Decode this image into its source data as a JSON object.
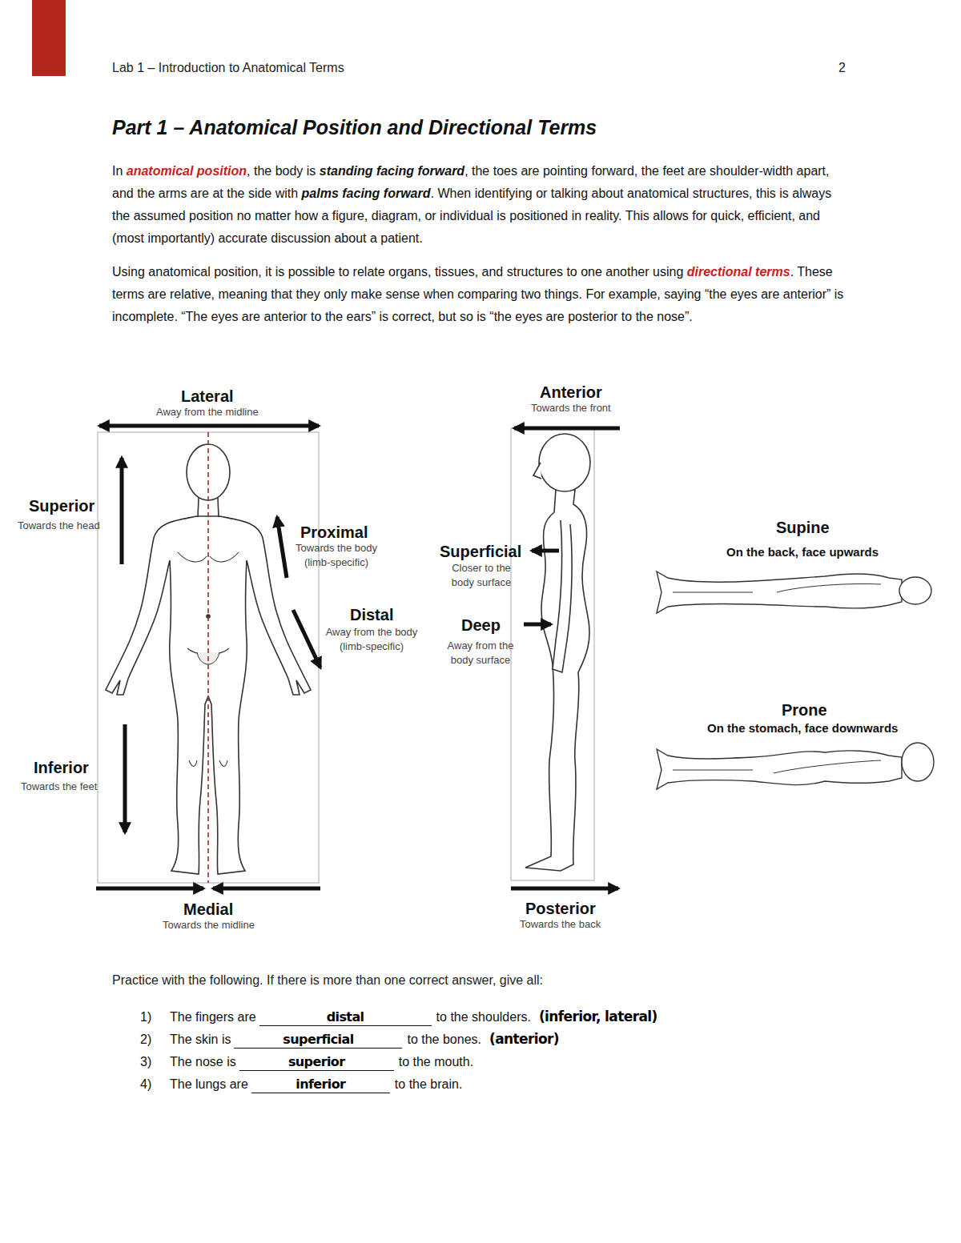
{
  "diagram": {
    "title": "Part 1 – Anatomical Position and Directional Terms",
    "labels": [
      "Lab 1 – Introduction to Anatomical Terms",
      "2",
      "In",
      "anatomical position",
      ", the body is",
      "standing facing forward",
      ", the toes are pointing forward, the feet are shoulder-width apart, and the arms are at the side with",
      "palms facing forward",
      ". When identifying or talking about anatomical structures, this is always the assumed position no matter how a figure, diagram, or individual is positioned in reality. This allows for quick, efficient, and (most importantly) accurate discussion about a patient.",
      "Using anatomical position, it is possible to relate organs, tissues, and structures to one another using",
      "directional terms",
      ". These terms are relative, meaning that they only make sense when comparing two things. For example, saying “the eyes are anterior” is incomplete. “The eyes are anterior to the ears” is correct, but so is “the eyes are posterior to the nose”.",
      "Lateral",
      "Away from the midline",
      "Superior",
      "Towards the head",
      "Proximal",
      "Towards the body (limb-specific)",
      "Distal",
      "Away from the body (limb-specific)",
      "Inferior",
      "Towards the feet",
      "Medial",
      "Towards the midline",
      "Anterior",
      "Towards the front",
      "Superficial",
      "Closer to the body surface",
      "Deep",
      "Away from the body surface",
      "Posterior",
      "Towards the back",
      "Supine",
      "On the back, face upwards",
      "Prone",
      "On the stomach, face downwards",
      "Practice with the following. If there is more than one correct answer, give all:",
      "1)",
      "The fingers are",
      "distal",
      "to the shoulders.",
      "(inferior, lateral)",
      "2)",
      "The skin is",
      "superficial",
      "to the bones.",
      "(anterior)",
      "3)",
      "The nose is",
      "superior",
      "to the mouth.",
      "4)",
      "The lungs are",
      "inferior",
      "to the brain."
    ]
  }
}
